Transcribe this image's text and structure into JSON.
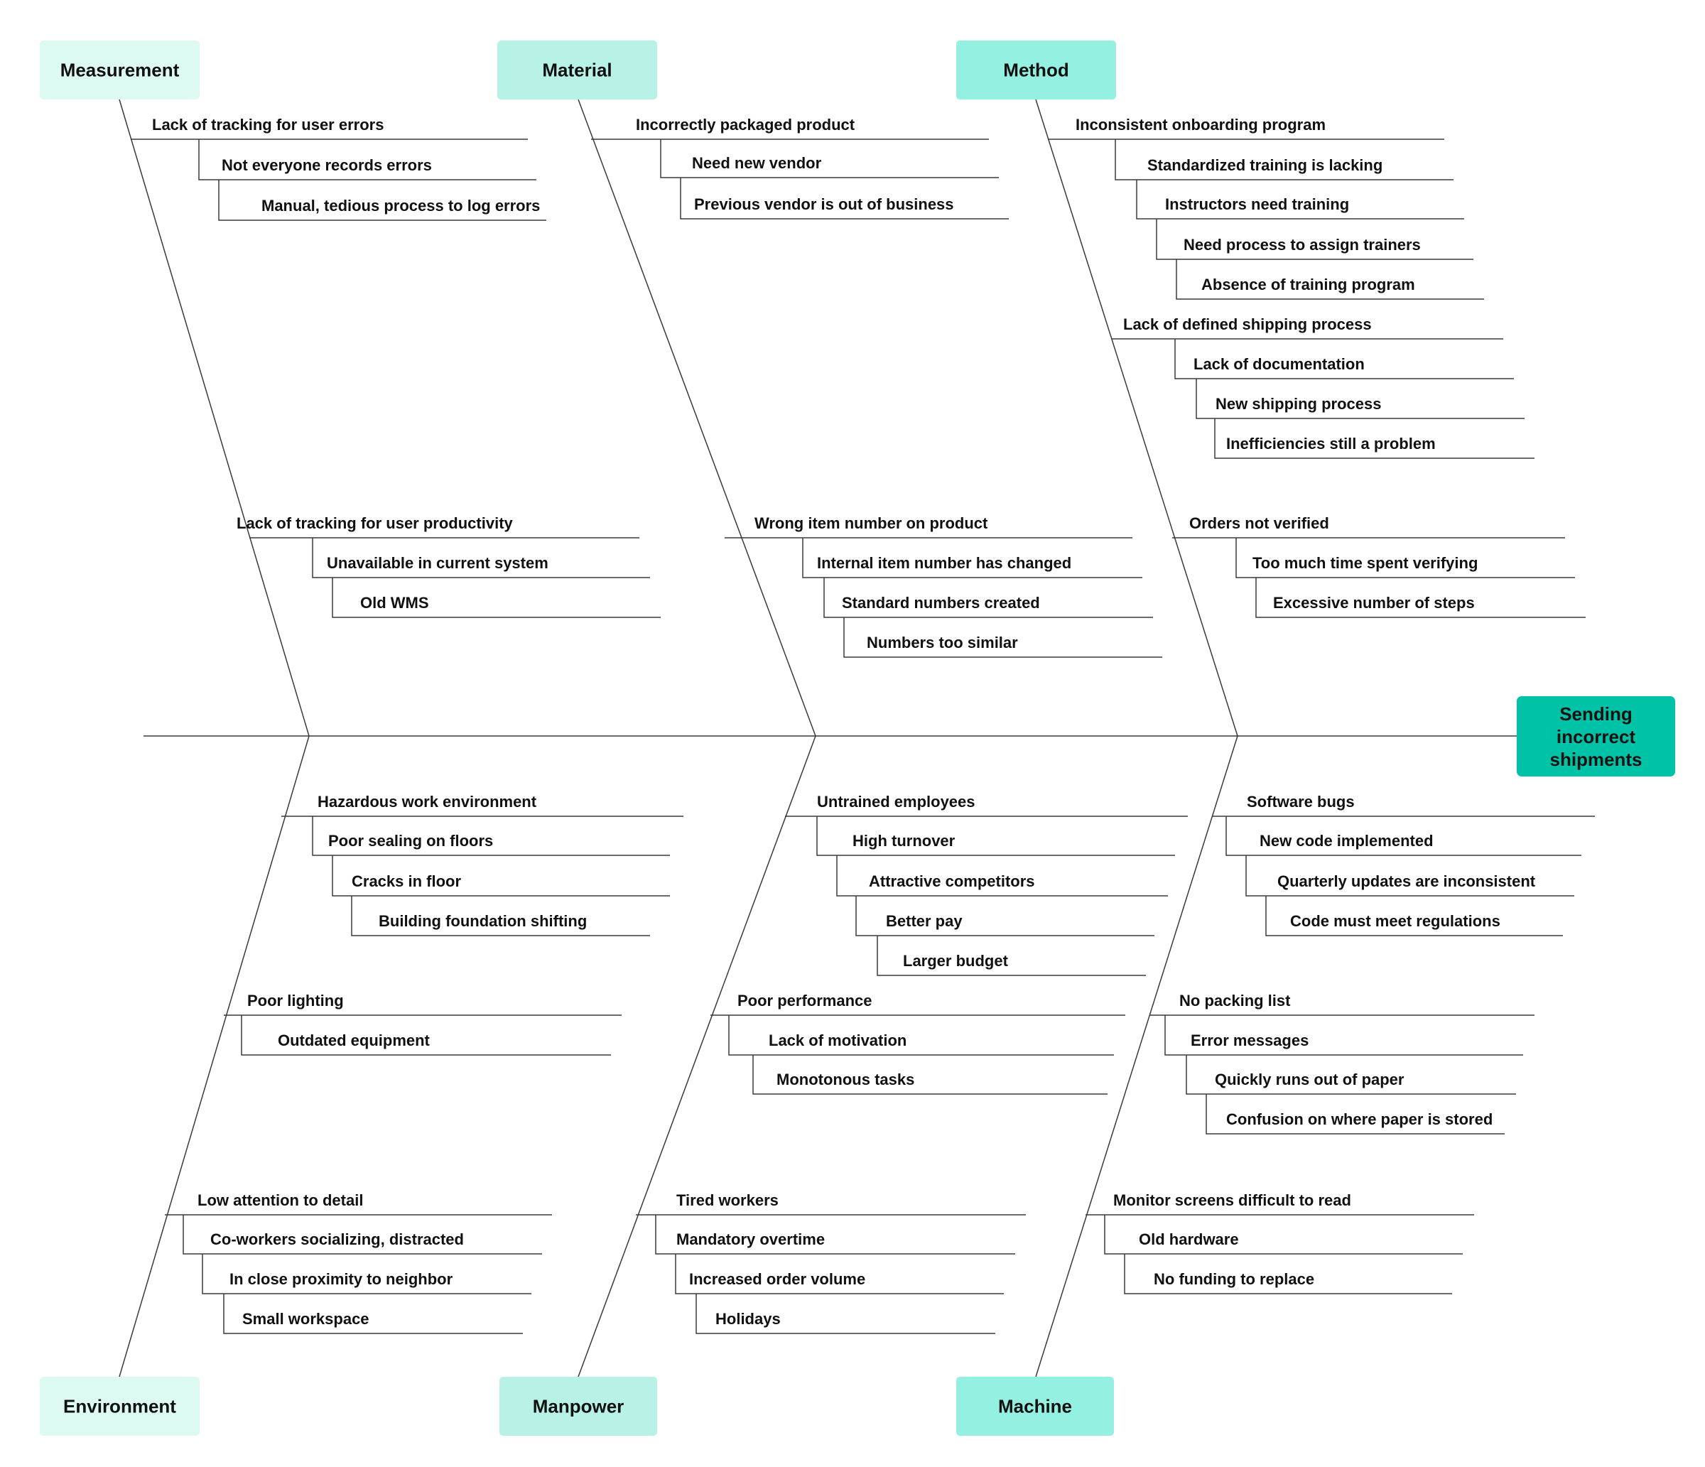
{
  "diagram": {
    "type": "fishbone",
    "effect": {
      "lines": [
        "Sending",
        "incorrect",
        "shipments"
      ],
      "color": "#00c2a6"
    },
    "categories": [
      {
        "name": "Measurement",
        "color": "#dcf9f2",
        "causes": [
          {
            "text": "Lack of tracking for user errors",
            "subs": [
              "Not everyone records errors",
              "Manual, tedious process to log errors"
            ]
          },
          {
            "text": "Lack of tracking for user productivity",
            "subs": [
              "Unavailable in current system",
              "Old WMS"
            ]
          }
        ]
      },
      {
        "name": "Material",
        "color": "#b8f2e6",
        "causes": [
          {
            "text": "Incorrectly packaged product",
            "subs": [
              "Need new vendor",
              "Previous vendor is out of business"
            ]
          },
          {
            "text": "Wrong item number on product",
            "subs": [
              "Internal item number has changed",
              "Standard numbers created",
              "Numbers too similar"
            ]
          }
        ]
      },
      {
        "name": "Method",
        "color": "#94f0e1",
        "causes": [
          {
            "text": "Inconsistent onboarding program",
            "subs": [
              "Standardized training is lacking",
              "Instructors need training",
              "Need process to assign trainers",
              "Absence of training program"
            ]
          },
          {
            "text": "Lack of defined shipping process",
            "subs": [
              "Lack of documentation",
              "New shipping process",
              "Inefficiencies still a problem"
            ]
          },
          {
            "text": "Orders not verified",
            "subs": [
              "Too much time spent verifying",
              "Excessive number of steps"
            ]
          }
        ]
      },
      {
        "name": "Environment",
        "color": "#dcf9f2",
        "causes": [
          {
            "text": "Hazardous work environment",
            "subs": [
              "Poor sealing on floors",
              "Cracks in floor",
              "Building foundation shifting"
            ]
          },
          {
            "text": "Poor lighting",
            "subs": [
              "Outdated equipment"
            ]
          },
          {
            "text": "Low attention to detail",
            "subs": [
              "Co-workers socializing, distracted",
              "In close proximity to neighbor",
              "Small workspace"
            ]
          }
        ]
      },
      {
        "name": "Manpower",
        "color": "#b8f2e6",
        "causes": [
          {
            "text": "Untrained employees",
            "subs": [
              "High turnover",
              "Attractive competitors",
              "Better pay",
              "Larger budget"
            ]
          },
          {
            "text": "Poor performance",
            "subs": [
              "Lack of motivation",
              "Monotonous tasks"
            ]
          },
          {
            "text": "Tired workers",
            "subs": [
              "Mandatory overtime",
              "Increased order volume",
              "Holidays"
            ]
          }
        ]
      },
      {
        "name": "Machine",
        "color": "#94f0e1",
        "causes": [
          {
            "text": "Software bugs",
            "subs": [
              "New code implemented",
              "Quarterly updates are inconsistent",
              "Code must meet regulations"
            ]
          },
          {
            "text": "No packing list",
            "subs": [
              "Error messages",
              "Quickly runs out of paper",
              "Confusion on where paper is stored"
            ]
          },
          {
            "text": "Monitor screens difficult to read",
            "subs": [
              "Old hardware",
              "No funding to replace"
            ]
          }
        ]
      }
    ]
  }
}
